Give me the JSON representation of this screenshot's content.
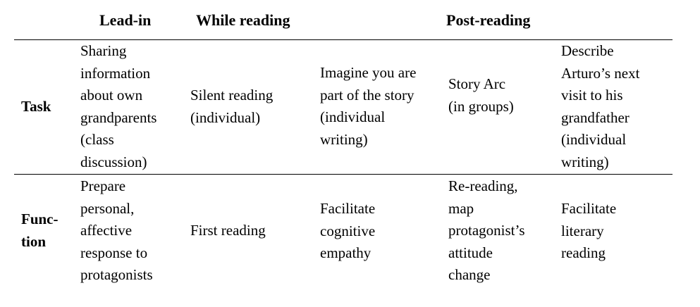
{
  "header": {
    "lead_in": "Lead-in",
    "while_reading": "While reading",
    "post_reading": "Post-reading"
  },
  "rows": [
    {
      "label": "Task",
      "cells": [
        "Sharing\ninformation\nabout own\ngrandparents\n(class\ndiscussion)",
        "Silent reading\n(individual)",
        "Imagine you are\npart of the story\n(individual\nwriting)",
        "Story Arc\n(in groups)",
        "Describe\nArturo’s next\nvisit to his\ngrandfather\n(individual\nwriting)"
      ]
    },
    {
      "label": "Func-\ntion",
      "cells": [
        "Prepare\npersonal,\naffective\nresponse to\nprotagonists",
        "First reading",
        "Facilitate\ncognitive\nempathy",
        "Re-reading,\nmap\nprotagonist’s\nattitude\nchange",
        "Facilitate\nliterary\nreading"
      ]
    }
  ]
}
